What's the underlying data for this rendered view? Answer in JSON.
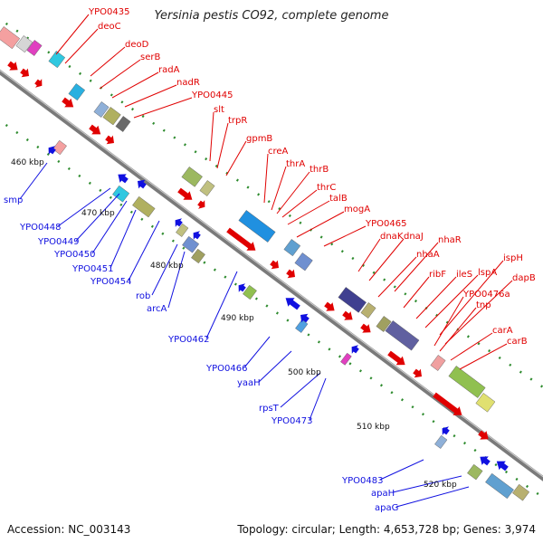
{
  "title": "Yersinia pestis CO92, complete genome",
  "footer": {
    "accession": "Accession: NC_003143",
    "summary": "Topology: circular; Length: 4,653,728 bp; Genes: 3,974"
  },
  "colors": {
    "forward": "#e00000",
    "reverse": "#1010e0",
    "backbone": "#888888",
    "tick": "#2e8b2e"
  },
  "kbp_labels": [
    "460 kbp",
    "470 kbp",
    "480 kbp",
    "490 kbp",
    "500 kbp",
    "510 kbp",
    "520 kbp"
  ],
  "forward_genes": [
    "YPO0435",
    "deoC",
    "deoD",
    "serB",
    "radA",
    "nadR",
    "YPO0445",
    "slt",
    "trpR",
    "gpmB",
    "creA",
    "thrA",
    "thrB",
    "thrC",
    "talB",
    "mogA",
    "YPO0465",
    "dnaK",
    "dnaJ",
    "nhaR",
    "nhaA",
    "ribF",
    "ileS",
    "lspA",
    "ispH",
    "dapB",
    "YPO0476a",
    "tnp",
    "carA",
    "carB"
  ],
  "reverse_genes": [
    "smp",
    "YPO0448",
    "YPO0449",
    "YPO0450",
    "YPO0451",
    "YPO0454",
    "rob",
    "arcA",
    "YPO0462",
    "YPO0466",
    "yaaH",
    "rpsT",
    "YPO0473",
    "YPO0483",
    "apaH",
    "apaG"
  ]
}
